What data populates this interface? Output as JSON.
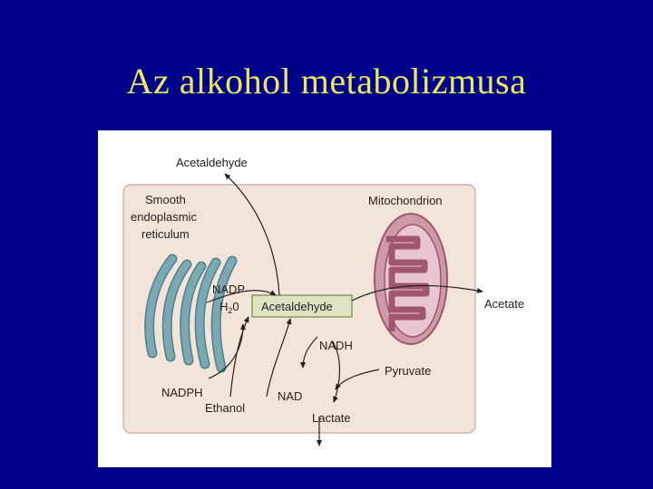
{
  "slide": {
    "title": "Az alkohol metabolizmusa"
  },
  "diagram": {
    "labels": {
      "acetaldehyde_top": "Acetaldehyde",
      "ser_line1": "Smooth",
      "ser_line2": "endoplasmic",
      "ser_line3": "reticulum",
      "mitochondrion": "Mitochondrion",
      "nadp": "NADP",
      "h2o_h": "H",
      "h2o_sub": "2",
      "h2o_o": "0",
      "acetaldehyde_box": "Acetaldehyde",
      "acetate": "Acetate",
      "nadh": "NADH",
      "pyruvate": "Pyruvate",
      "nadph": "NADPH",
      "nad": "NAD",
      "ethanol": "Ethanol",
      "lactate": "Lactate"
    },
    "colors": {
      "cell": "#f3e4da",
      "cell_border": "#c9a898",
      "er": "#7ba9b3",
      "er_dark": "#4f7f88",
      "mito_outer": "#cf9aa8",
      "mito_inner": "#a05570",
      "mito_matrix": "#e8c6cf",
      "box_fill": "#dfe3c4",
      "box_border": "#8a9a60",
      "arrow": "#222222"
    }
  }
}
